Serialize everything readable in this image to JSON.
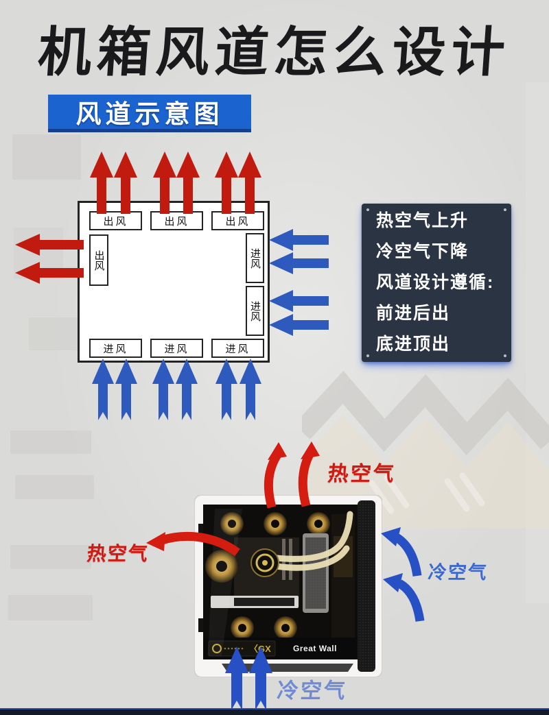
{
  "title": "机箱风道怎么设计",
  "banner": {
    "label": "风道示意图"
  },
  "diagram": {
    "top_boxes": [
      "出风",
      "出风",
      "出风"
    ],
    "left_box": "出风",
    "right_boxes": [
      "进风",
      "进风"
    ],
    "bottom_boxes": [
      "进风",
      "进风",
      "进风"
    ]
  },
  "panel": {
    "lines": [
      "热空气上升",
      "冷空气下降",
      "风道设计遵循:",
      "前进后出",
      "底进顶出"
    ]
  },
  "photo": {
    "hot_air_top": "热空气",
    "hot_air_side": "热空气",
    "cold_air_side": "冷空气",
    "cold_air_bottom": "冷空气",
    "brand": "Great Wall",
    "psu_badge": "〈GX"
  },
  "colors": {
    "hot_red": "#c11b10",
    "photo_red": "#d41c10",
    "cold_blue": "#2e5abe",
    "photo_blue": "#2750c5",
    "banner_blue": "#1b64d0",
    "panel_bg": "#2b3442",
    "background": "#dadad8"
  }
}
